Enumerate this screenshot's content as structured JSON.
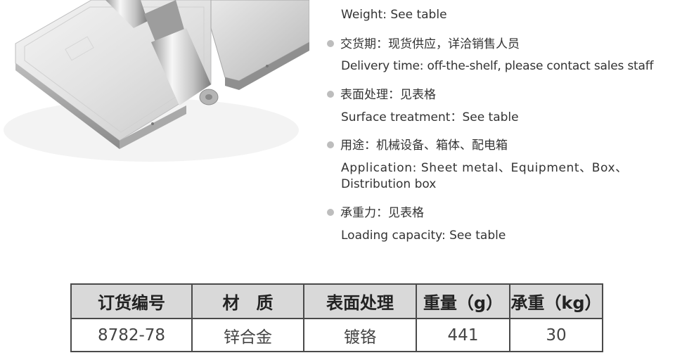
{
  "specs": {
    "weight": {
      "en": "Weight: See table"
    },
    "delivery": {
      "zh": "交货期：现货供应，详洽销售人员",
      "en": "Delivery time: off-the-shelf, please contact sales staff"
    },
    "surface": {
      "zh": "表面处理：见表格",
      "en": "Surface treatment：See table"
    },
    "application": {
      "zh": "用途：机械设备、箱体、配电箱",
      "en_line1": "Application: Sheet metal、Equipment、Box、",
      "en_line2": "Distribution box"
    },
    "loading": {
      "zh": "承重力：见表格",
      "en": "Loading capacity: See table"
    }
  },
  "table": {
    "headers": [
      "订货编号",
      "材　质",
      "表面处理",
      "重量（g）",
      "承重（kg）"
    ],
    "rows": [
      [
        "8782-78",
        "锌合金",
        "镀铬",
        "441",
        "30"
      ]
    ]
  },
  "icons": {
    "bullet": "gray-dot",
    "product_image": "chrome-hinge-photo"
  },
  "colors": {
    "header_bg": "#d9d9d9",
    "border": "#4a4a4a",
    "bullet": "#bdbdbd"
  }
}
